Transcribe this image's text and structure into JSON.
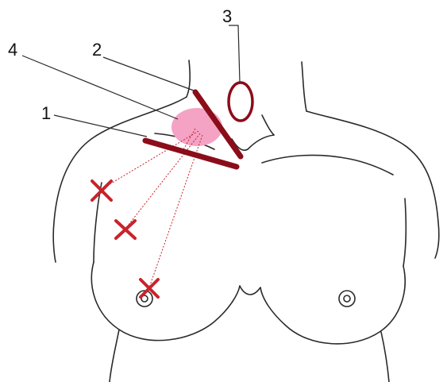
{
  "colors": {
    "outline": "#2a2a2a",
    "marker": "#8b0d1a",
    "cross": "#c8232c",
    "highlight": "#f4a3c4",
    "background": "#ffffff"
  },
  "callouts": [
    {
      "number": "1",
      "target": "horizontal-incision-line"
    },
    {
      "number": "2",
      "target": "oblique-incision-line"
    },
    {
      "number": "3",
      "target": "neck-ring-marker"
    },
    {
      "number": "4",
      "target": "pink-shaded-area"
    }
  ],
  "icons": {
    "cross_mark": "x-cross-icon",
    "ring_marker": "ellipse-ring-icon"
  },
  "cross_marks_count": 3
}
